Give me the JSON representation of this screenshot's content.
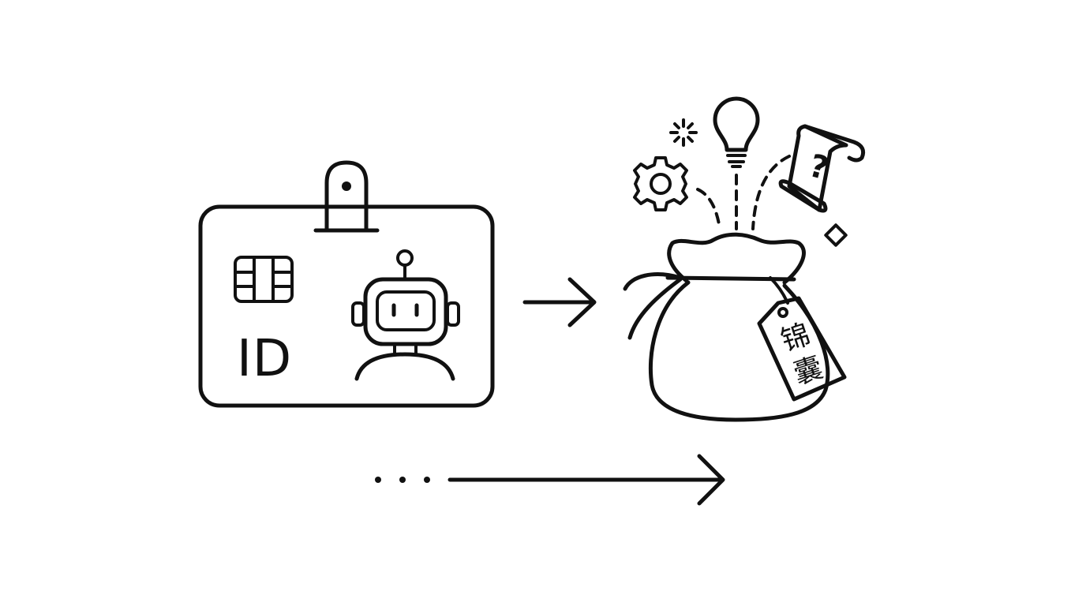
{
  "id_card": {
    "label": "ID"
  },
  "scroll": {
    "symbol": "?"
  },
  "pouch": {
    "tag_char_1": "锦",
    "tag_char_2": "囊"
  }
}
